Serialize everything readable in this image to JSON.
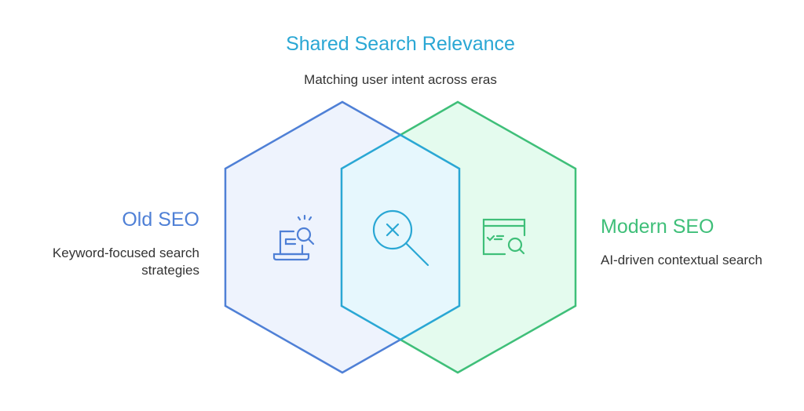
{
  "shared": {
    "title": "Shared Search Relevance",
    "description": "Matching user intent across eras"
  },
  "old_seo": {
    "title": "Old SEO",
    "description_line1": "Keyword-focused search",
    "description_line2": "strategies",
    "icon": "laptop-search-icon"
  },
  "modern_seo": {
    "title": "Modern SEO",
    "description": "AI-driven contextual search",
    "icon": "browser-search-icon"
  },
  "center_icon": "search-x-icon",
  "colors": {
    "blue": "#4f80d6",
    "green": "#3fbf79",
    "teal": "#2aa7d4"
  }
}
